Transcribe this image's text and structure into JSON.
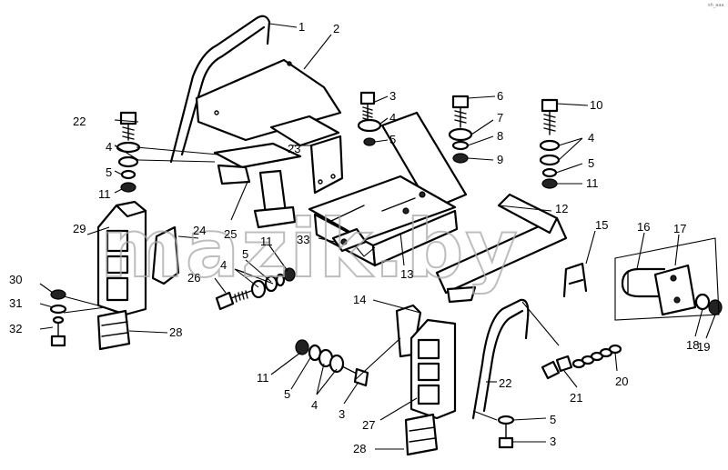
{
  "watermark": "mazik.by",
  "corner_mark": "sh_aaa",
  "callouts": {
    "c1": "1",
    "c2": "2",
    "c3a": "3",
    "c4a": "4",
    "c5a": "5",
    "c6": "6",
    "c7": "7",
    "c8": "8",
    "c9": "9",
    "c10": "10",
    "c4b": "4",
    "c5b": "5",
    "c11a": "11",
    "c12": "12",
    "c13": "13",
    "c14": "14",
    "c15": "15",
    "c16": "16",
    "c17": "17",
    "c18": "18",
    "c19": "19",
    "c20": "20",
    "c21": "21",
    "c22a": "22",
    "c4c": "4",
    "c5c": "5",
    "c11b": "11",
    "c23": "23",
    "c24": "24",
    "c25": "25",
    "c26": "26",
    "c5d": "5",
    "c11c": "11",
    "c33": "33",
    "c4d": "4",
    "c29": "29",
    "c30": "30",
    "c31": "31",
    "c32": "32",
    "c28a": "28",
    "c11d": "11",
    "c5e": "5",
    "c4e": "4",
    "c3b": "3",
    "c27": "27",
    "c22b": "22",
    "c5f": "5",
    "c3c": "3",
    "c28b": "28"
  }
}
